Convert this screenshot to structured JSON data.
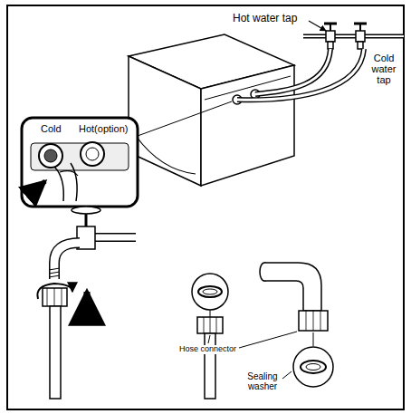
{
  "diagram": {
    "labels": [
      "Hot water tap",
      "Cold water tap",
      "Cold",
      "Hot(option)",
      "Hose connector",
      "Sealing washer"
    ]
  }
}
